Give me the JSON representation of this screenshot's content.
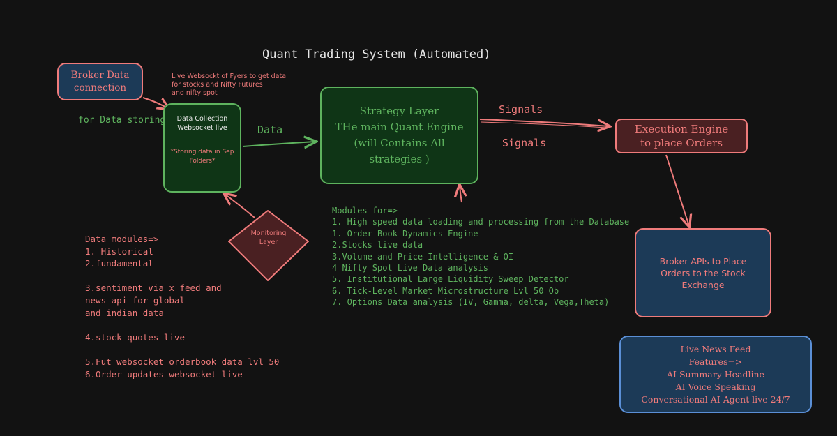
{
  "title": "Quant Trading System (Automated)",
  "colors": {
    "background": "#121212",
    "red": "#ef7b7b",
    "green": "#5eb35e",
    "blue": "#5b8fd6",
    "navy_fill": "#1c3a57",
    "darkgreen_fill": "#0f3516",
    "maroon_fill": "#4a2022"
  },
  "nodes": {
    "broker_data": "Broker Data\nconnection",
    "data_collection": {
      "title": "Data Collection\nWebsocket live",
      "note": "*Storing data in Sep\nFolders*"
    },
    "strategy": "Strategy Layer\nTHe main Quant Engine\n(will Contains All\nstrategies )",
    "execution": "Execution Engine\nto place Orders",
    "monitoring": "Monitoring\nLayer",
    "broker_apis": "Broker APIs to Place\nOrders to the Stock\nExchange",
    "news_feed": "Live News Feed\nFeatures=>\nAI Summary Headline\nAI Voice Speaking\nConversational AI Agent live 24/7"
  },
  "labels": {
    "websocket_note": "Live Websockt of Fyers to get data\nfor stocks and Nifty Futures\nand nifty spot",
    "data_storing": "for Data storing",
    "data": "Data",
    "signals_top": "Signals",
    "signals_bottom": "Signals"
  },
  "data_modules": "Data modules=>\n1. Historical\n2.fundamental\n\n3.sentiment via x feed and\nnews api for global\nand indian data\n\n4.stock quotes live\n\n5.Fut websocket orderbook data lvl 50\n6.Order updates websocket live",
  "modules_for": "Modules for=>\n1. High speed data loading and processing from the Database\n1. Order Book Dynamics Engine\n2.Stocks live data\n3.Volume and Price Intelligence & OI\n4 Nifty Spot Live Data analysis\n5. Institutional Large Liquidity Sweep Detector\n6. Tick-Level Market Microstructure Lvl 50 Ob\n7. Options Data analysis (IV, Gamma, delta, Vega,Theta)"
}
